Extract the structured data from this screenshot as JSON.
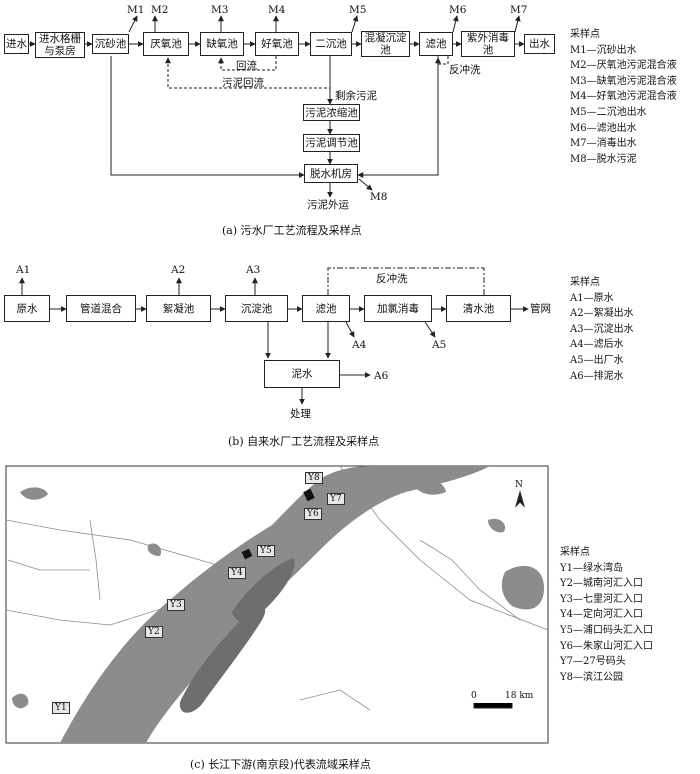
{
  "panel_a": {
    "boxes": {
      "jinshui": "进水",
      "geshan": "进水格栅\n与泵房",
      "chensha": "沉砂池",
      "yanyang": "厌氧池",
      "queyang": "缺氧池",
      "haoyang": "好氧池",
      "erchen": "二沉池",
      "hunning": "混凝沉淀\n池",
      "lvchi": "滤池",
      "ziwai": "紫外消毒\n池",
      "chushui": "出水",
      "nongsuo": "污泥浓缩池",
      "tiaojie": "污泥调节池",
      "tuoshui": "脱水机房"
    },
    "points": {
      "m1": "M1",
      "m2": "M2",
      "m3": "M3",
      "m4": "M4",
      "m5": "M5",
      "m6": "M6",
      "m7": "M7",
      "m8": "M8"
    },
    "labels": {
      "huiliu": "回流",
      "wunihuiliu": "污泥回流",
      "fanchongxi": "反冲洗",
      "shengyu": "剩余污泥",
      "waiyun": "污泥外运"
    },
    "legend": {
      "title": "采样点",
      "items": [
        "M1—沉砂出水",
        "M2—厌氧池污泥混合液",
        "M3—缺氧池污泥混合液",
        "M4—好氧池污泥混合液",
        "M5—二沉池出水",
        "M6—滤池出水",
        "M7—消毒出水",
        "M8—脱水污泥"
      ]
    },
    "caption": "(a)  污水厂工艺流程及采样点"
  },
  "panel_b": {
    "boxes": {
      "yuanshui": "原水",
      "guandao": "管道混合",
      "xuning": "絮凝池",
      "chendian": "沉淀池",
      "lvchi": "滤池",
      "jialv": "加氯消毒",
      "qingshui": "清水池",
      "nishui": "泥水"
    },
    "points": {
      "a1": "A1",
      "a2": "A2",
      "a3": "A3",
      "a4": "A4",
      "a5": "A5",
      "a6": "A6"
    },
    "labels": {
      "fanchongxi": "反冲洗",
      "guanwang": "管网",
      "chuli": "处理"
    },
    "legend": {
      "title": "采样点",
      "items": [
        "A1—原水",
        "A2—絮凝出水",
        "A3—沉淀出水",
        "A4—滤后水",
        "A5—出厂水",
        "A6—排泥水"
      ]
    },
    "caption": "(b)  自来水厂工艺流程及采样点"
  },
  "panel_c": {
    "pins": {
      "y1": "Y1",
      "y2": "Y2",
      "y3": "Y3",
      "y4": "Y4",
      "y5": "Y5",
      "y6": "Y6",
      "y7": "Y7",
      "y8": "Y8"
    },
    "north": "N",
    "scale": {
      "zero": "0",
      "end": "18 km"
    },
    "legend": {
      "title": "采样点",
      "items": [
        "Y1—绿水湾岛",
        "Y2—城南河汇入口",
        "Y3—七里河汇入口",
        "Y4—定向河汇入口",
        "Y5—浦口码头汇入口",
        "Y6—朱家山河汇入口",
        "Y7—27号码头",
        "Y8—滨江公园"
      ]
    },
    "colors": {
      "river": "#8c8c8c",
      "land": "#ffffff",
      "island": "#6e6e6e"
    },
    "caption": "(c)  长江下游(南京段)代表流域采样点"
  }
}
